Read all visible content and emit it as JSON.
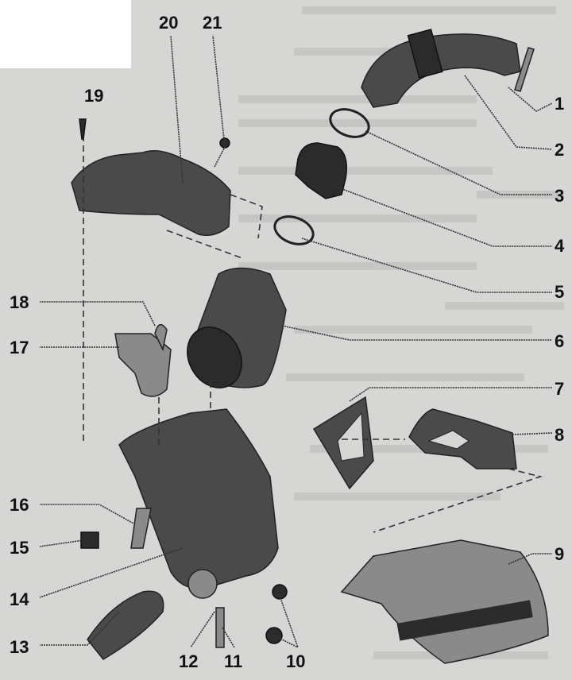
{
  "diagram": {
    "title": "Air filter assembly exploded view",
    "callouts": [
      "1",
      "2",
      "3",
      "4",
      "5",
      "6",
      "7",
      "8",
      "9",
      "10",
      "11",
      "12",
      "13",
      "14",
      "15",
      "16",
      "17",
      "18",
      "19",
      "20",
      "21"
    ]
  }
}
